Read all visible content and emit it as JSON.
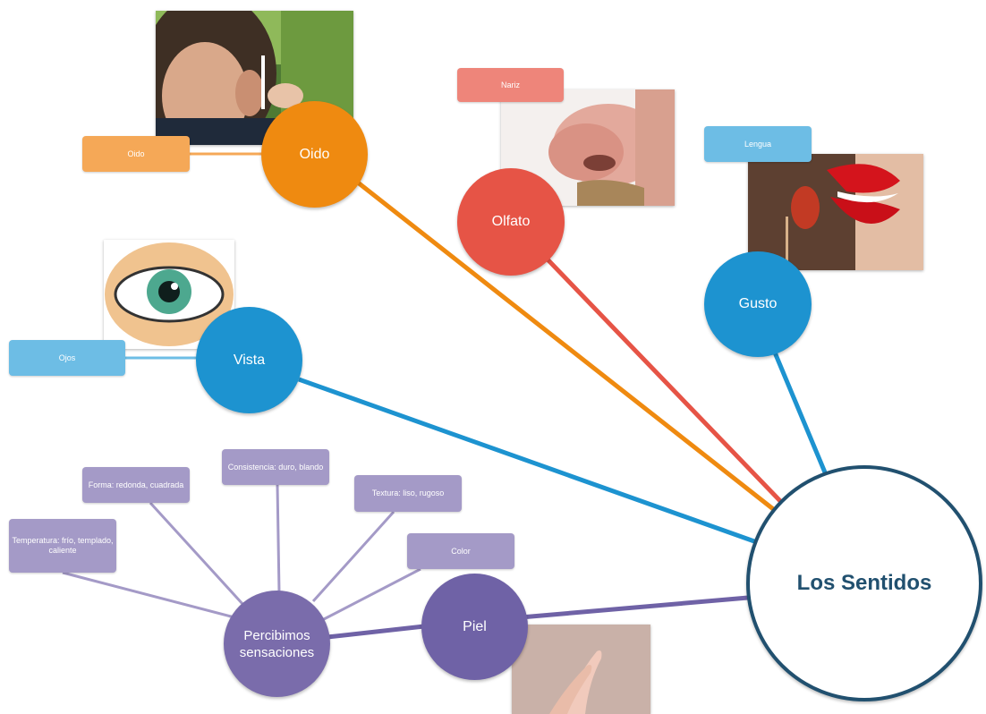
{
  "colors": {
    "oido": "#ef8a10",
    "olfato": "#e65446",
    "gusto": "#1d93d0",
    "vista": "#1d93d0",
    "piel": "#6f62a6",
    "percibimos": "#7a6cab",
    "senses_outline": "#21506f",
    "sublabel": "#a49ac7",
    "vista_label": "#6dbde5",
    "gusto_label": "#6dbde5",
    "oido_label": "#f5a857",
    "olfato_label": "#ee857a"
  },
  "center": {
    "label": "Los Sentidos"
  },
  "senses": {
    "oido": {
      "label": "Oido",
      "sublabel": "Oido",
      "image_icon": "ear-photo"
    },
    "olfato": {
      "label": "Olfato",
      "sublabel": "Nariz",
      "image_icon": "nose-photo"
    },
    "gusto": {
      "label": "Gusto",
      "sublabel": "Lengua",
      "image_icon": "mouth-photo"
    },
    "vista": {
      "label": "Vista",
      "sublabel": "Ojos",
      "image_icon": "eye-illustration"
    },
    "piel": {
      "label": "Piel",
      "image_icon": "hands-photo"
    }
  },
  "percibimos": {
    "label": "Percibimos sensaciones",
    "items": [
      "Temperatura: frío, templado, caliente",
      "Forma: redonda, cuadrada",
      "Consistencia: duro, blando",
      "Textura: liso, rugoso",
      "Color"
    ]
  }
}
